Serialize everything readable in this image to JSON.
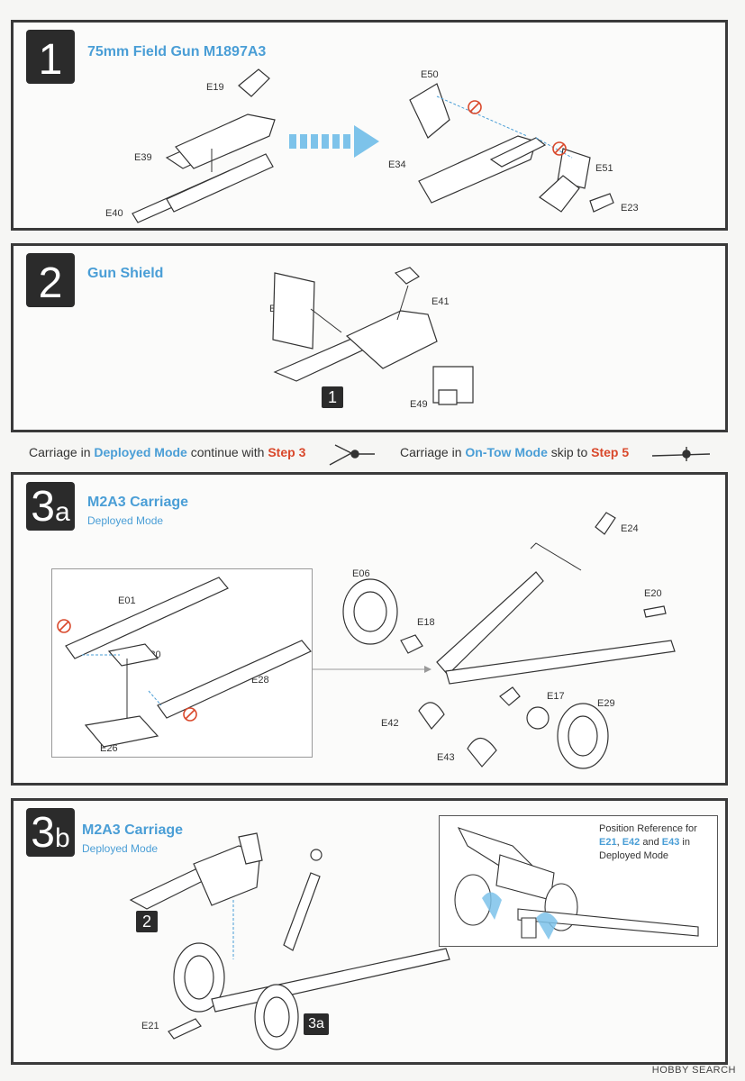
{
  "step1": {
    "badge": "1",
    "title": "75mm Field Gun M1897A3",
    "parts": [
      "E19",
      "E39",
      "E40",
      "E50",
      "E34",
      "E51",
      "E23"
    ]
  },
  "step2": {
    "badge": "2",
    "title": "Gun Shield",
    "parts": [
      "E48",
      "E41",
      "E49"
    ],
    "ref": "1"
  },
  "mode": {
    "deployed_prefix": "Carriage in ",
    "deployed_mode": "Deployed Mode",
    "deployed_middle": " continue with ",
    "deployed_step": "Step 3",
    "tow_prefix": "Carriage in ",
    "tow_mode": "On-Tow Mode",
    "tow_middle": " skip to ",
    "tow_step": "Step 5"
  },
  "step3a": {
    "badge_num": "3",
    "badge_suf": "a",
    "title": "M2A3 Carriage",
    "subtitle": "Deployed Mode",
    "parts": [
      "E01",
      "E30",
      "E28",
      "E26",
      "E06",
      "E18",
      "E24",
      "E20",
      "E42",
      "E17",
      "E29",
      "E43"
    ]
  },
  "step3b": {
    "badge_num": "3",
    "badge_suf": "b",
    "title": "M2A3 Carriage",
    "subtitle": "Deployed Mode",
    "parts": [
      "E21"
    ],
    "ref2": "2",
    "ref3a": "3a",
    "position_ref": {
      "line1": "Position Reference for",
      "e21": "E21",
      "sep1": ", ",
      "e42": "E42",
      "and": " and ",
      "e43": "E43",
      "in": " in",
      "line3": "Deployed Mode"
    }
  },
  "watermark": "HOBBY SEARCH",
  "colors": {
    "accent": "#4a9ed6",
    "step_red": "#d9482b",
    "badge": "#2b2b2b"
  }
}
